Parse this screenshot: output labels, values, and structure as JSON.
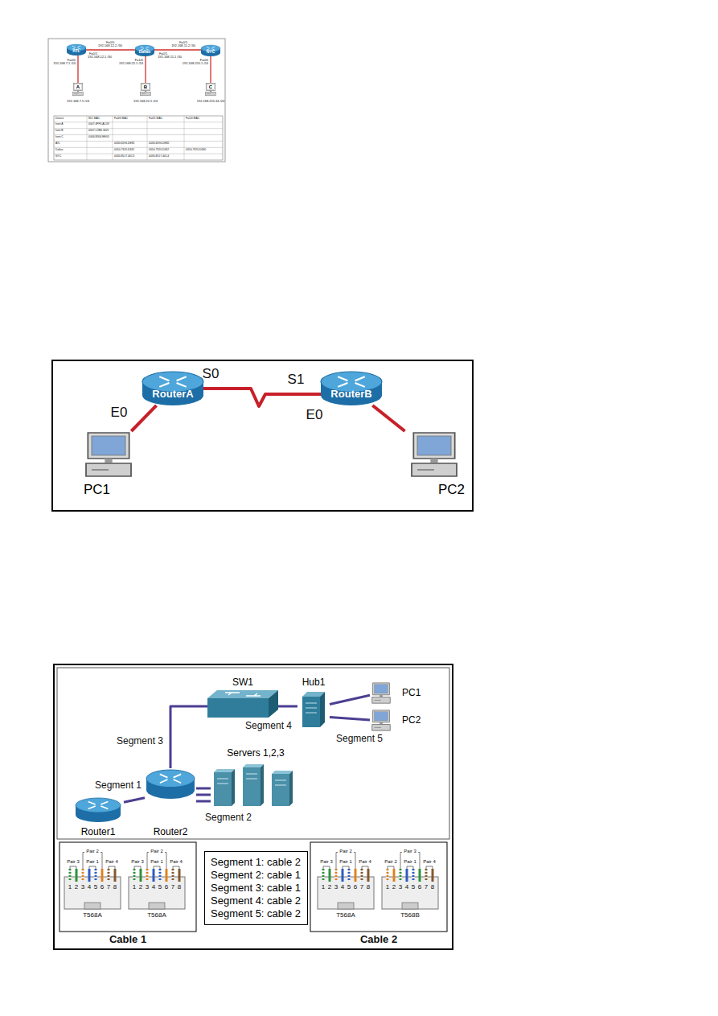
{
  "diagram": {
    "nodes": [
      {
        "text": [
          "ATL"
        ]
      },
      {
        "text": [
          "Dallas"
        ]
      },
      {
        "text": [
          "NYC"
        ]
      },
      {
        "text": [
          "A"
        ]
      },
      {
        "text": [
          "B"
        ]
      },
      {
        "text": [
          "C"
        ]
      },
      {
        "text": [
          "RouterA"
        ]
      },
      {
        "text": [
          "RouterB"
        ]
      },
      {
        "text": [
          "PC1"
        ]
      },
      {
        "text": [
          "PC2"
        ]
      },
      {
        "text": [
          "SW1"
        ]
      },
      {
        "text": [
          "Hub1"
        ]
      },
      {
        "text": [
          "PC1"
        ]
      },
      {
        "text": [
          "PC2"
        ]
      },
      {
        "text": [
          "Servers 1,2,3"
        ]
      },
      {
        "text": [
          "Router1"
        ]
      },
      {
        "text": [
          "Router2"
        ]
      },
      {
        "text": [
          "Segment 1: cable 2",
          "Segment 2: cable 1",
          "Segment 3: cable 1",
          "Segment 4: cable 2",
          "Segment 5: cable 2"
        ]
      }
    ],
    "edges": [
      {
        "from": 0,
        "to": 1,
        "arrow": "none"
      },
      {
        "from": 1,
        "to": 2,
        "arrow": "none"
      },
      {
        "from": 0,
        "to": 3,
        "arrow": "none"
      },
      {
        "from": 1,
        "to": 4,
        "arrow": "none"
      },
      {
        "from": 2,
        "to": 5,
        "arrow": "none"
      },
      {
        "from": 8,
        "to": 6,
        "arrow": "none"
      },
      {
        "from": 6,
        "to": 7,
        "arrow": "none"
      },
      {
        "from": 7,
        "to": 9,
        "arrow": "none"
      },
      {
        "from": 15,
        "to": 16,
        "arrow": "none"
      },
      {
        "from": 16,
        "to": 10,
        "arrow": "none"
      },
      {
        "from": 16,
        "to": 14,
        "arrow": "none"
      },
      {
        "from": 16,
        "to": 14,
        "arrow": "none"
      },
      {
        "from": 16,
        "to": 14,
        "arrow": "none"
      },
      {
        "from": 10,
        "to": 11,
        "arrow": "none"
      },
      {
        "from": 11,
        "to": 12,
        "arrow": "none"
      },
      {
        "from": 11,
        "to": 13,
        "arrow": "none"
      }
    ],
    "labels": [
      "Fa0/0",
      "192.168.12.2 /30",
      "Fa0/1",
      "192.168.12.1 /30",
      "Fa0/1",
      "192.168.11.2 /30",
      "Fa0/1",
      "192.168.11.1 /30",
      "Fa0/0",
      "192.168.7.1 /24",
      "Fa1/0",
      "192.168.22.1 /24",
      "Fa0/0",
      "192.168.255.1 /24",
      "192.168.7.5 /24",
      "192.168.22.5 /24",
      "192.168.255.34 /24",
      "Device",
      "NIC MAC",
      "Fa0/0 MAC",
      "Fa0/1 MAC",
      "Fa1/0 MAC",
      "host A",
      "0007.4FF4.AC09",
      "host B",
      "0007.C2B6.3421",
      "host C",
      "0006.B304.EE03",
      "ATL",
      "0030.6596.DE81",
      "0030.6596.DE82",
      "Dallas",
      "0050.7320.D631",
      "0050.7320.D632",
      "0050.7320.D630",
      "NYC",
      "0030.8517.44C3",
      "0030.8517.44C4",
      "S0",
      "S1",
      "E0",
      "E0",
      "Segment 3",
      "Segment 1",
      "Segment 2",
      "Segment 4",
      "Segment 5",
      "Pair 2",
      "Pair 3",
      "Pair 1",
      "Pair 4",
      "12345678",
      "T568A",
      "Pair 2",
      "Pair 3",
      "Pair 1",
      "Pair 4",
      "12345678",
      "T568A",
      "Pair 2",
      "Pair 3",
      "Pair 1",
      "Pair 4",
      "12345678",
      "T568A",
      "Pair 3",
      "Pair 2",
      "Pair 1",
      "Pair 4",
      "12345678",
      "T568B",
      "Cable 1",
      "Cable 2"
    ]
  }
}
